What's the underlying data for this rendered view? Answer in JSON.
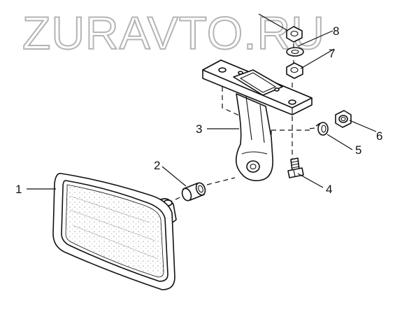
{
  "watermark": "ZURAVTO.RU",
  "callouts": [
    {
      "id": "1",
      "label": "1"
    },
    {
      "id": "2",
      "label": "2"
    },
    {
      "id": "3",
      "label": "3"
    },
    {
      "id": "4",
      "label": "4"
    },
    {
      "id": "5",
      "label": "5"
    },
    {
      "id": "6",
      "label": "6"
    },
    {
      "id": "7",
      "label": "7"
    },
    {
      "id": "8",
      "label": "8"
    }
  ]
}
